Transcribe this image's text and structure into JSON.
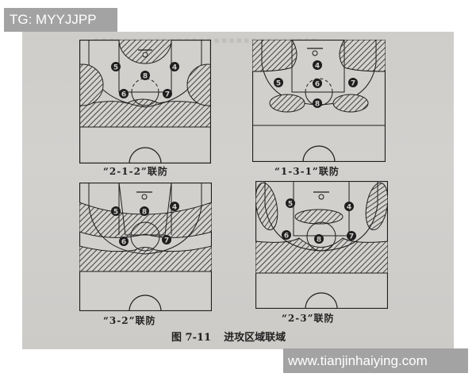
{
  "watermarks": {
    "top_left": "TG: MYYJJPP",
    "bottom_right": "www.tianjinhaiying.com"
  },
  "figure": {
    "number": "图 7-11",
    "title": "进攻区域联域"
  },
  "diagrams": [
    {
      "id": "2-1-2",
      "caption": "“2-1-2”联防",
      "players": [
        "5",
        "4",
        "8",
        "6",
        "7"
      ]
    },
    {
      "id": "1-3-1",
      "caption": "“1-3-1”联防",
      "players": [
        "4",
        "5",
        "6",
        "7",
        "8"
      ]
    },
    {
      "id": "3-2",
      "caption": "“3-2”联防",
      "players": [
        "5",
        "8",
        "4",
        "6",
        "7"
      ]
    },
    {
      "id": "2-3",
      "caption": "“2-3”联防",
      "players": [
        "5",
        "4",
        "6",
        "8",
        "7"
      ]
    }
  ],
  "colors": {
    "paper": "#cfcdca",
    "ink": "#1e1e1e",
    "watermark_bg": "#a3a3a3",
    "watermark_text": "#ffffff"
  }
}
